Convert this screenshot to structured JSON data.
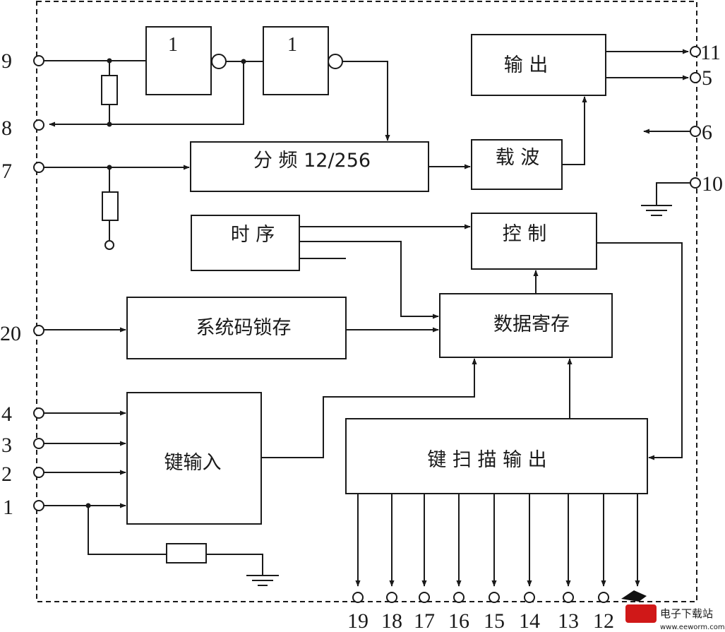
{
  "blocks": {
    "inv1": "1",
    "inv2": "1",
    "output": "输 出",
    "divider": "分 频 12/256",
    "carrier": "载 波",
    "timing": "时 序",
    "control": "控 制",
    "syscode": "系统码锁存",
    "dataReg": "数据寄存",
    "keyInput": "键输入",
    "keyScan": "键 扫 描 输 出"
  },
  "pins": {
    "p9": "9",
    "p8": "8",
    "p7": "7",
    "p20": "20",
    "p4": "4",
    "p3": "3",
    "p2": "2",
    "p1": "1",
    "p11": "11",
    "p5": "5",
    "p6": "6",
    "p10": "10",
    "p19": "19",
    "p18": "18",
    "p17": "17",
    "p16": "16",
    "p15": "15",
    "p14": "14",
    "p13": "13",
    "p12": "12"
  },
  "watermark": {
    "cn": "电子下载站",
    "url": "www.eeworm.com"
  }
}
